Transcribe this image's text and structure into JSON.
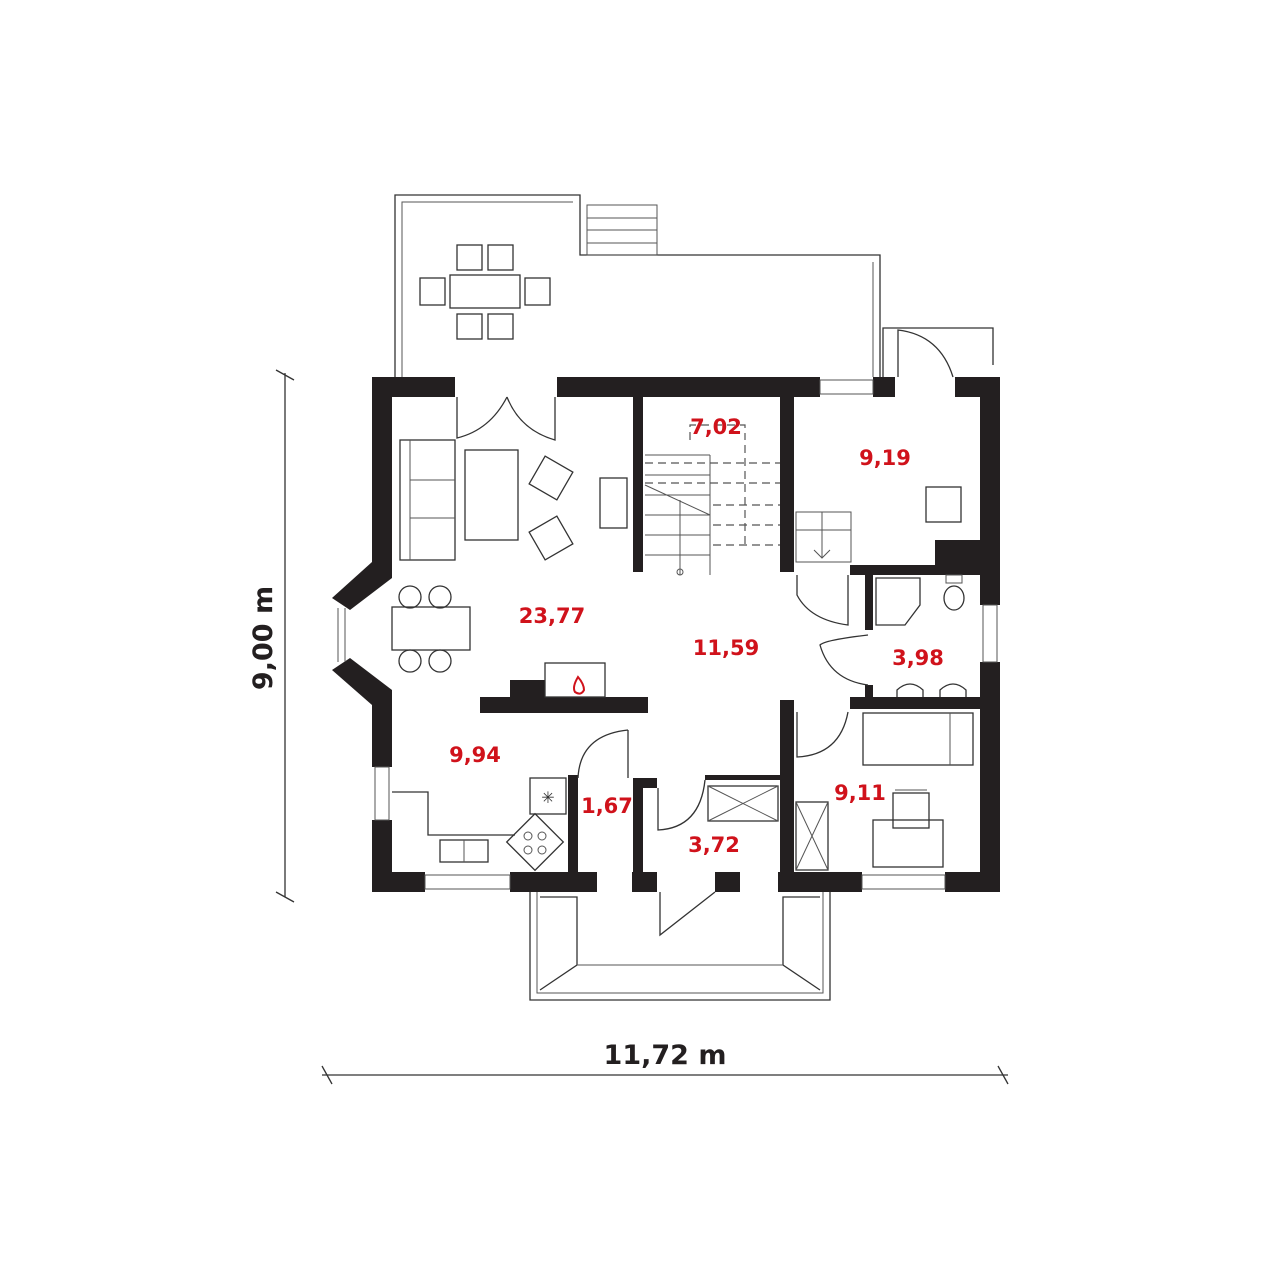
{
  "plan": {
    "dimensions": {
      "height": "9,00 m",
      "width": "11,72 m"
    },
    "rooms": [
      {
        "id": "living-dining",
        "area": "23,77"
      },
      {
        "id": "staircase",
        "area": "7,02"
      },
      {
        "id": "room-top-right",
        "area": "9,19"
      },
      {
        "id": "hall",
        "area": "11,59"
      },
      {
        "id": "bathroom",
        "area": "3,98"
      },
      {
        "id": "kitchen",
        "area": "9,94"
      },
      {
        "id": "pantry",
        "area": "1,67"
      },
      {
        "id": "vestibule",
        "area": "3,72"
      },
      {
        "id": "bedroom",
        "area": "9,11"
      }
    ],
    "colors": {
      "walls": "#231f20",
      "labels": "#d0121b"
    }
  }
}
